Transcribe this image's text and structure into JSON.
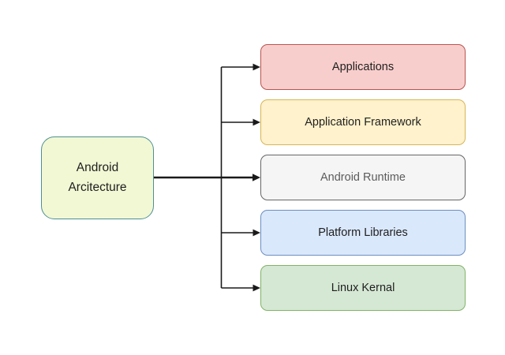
{
  "diagram": {
    "background": "#ffffff",
    "connector_color": "#1a1a1a",
    "root_node": {
      "label_line1": "Android",
      "label_line2": "Arcitecture",
      "fill": "#f2f8d4",
      "stroke": "#4c9093",
      "text_color": "#1f1f1f"
    },
    "child_nodes": [
      {
        "label": "Applications",
        "fill": "#f8cecc",
        "stroke": "#b85450",
        "text_color": "#1f1f1f"
      },
      {
        "label": "Application Framework",
        "fill": "#fff2cc",
        "stroke": "#d6b656",
        "text_color": "#1f1f1f"
      },
      {
        "label": "Android Runtime",
        "fill": "#f5f5f5",
        "stroke": "#666666",
        "text_color": "#5c5c5c"
      },
      {
        "label": "Platform Libraries",
        "fill": "#dae8fc",
        "stroke": "#6c8ebf",
        "text_color": "#1f1f1f"
      },
      {
        "label": "Linux Kernal",
        "fill": "#d5e8d4",
        "stroke": "#82b366",
        "text_color": "#1f1f1f"
      }
    ]
  }
}
